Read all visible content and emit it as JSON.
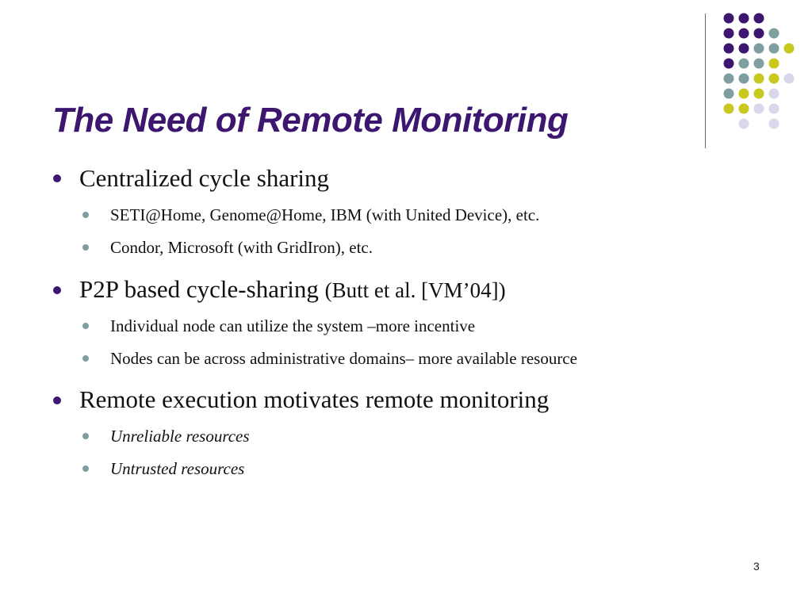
{
  "slide": {
    "title": "The Need of Remote Monitoring",
    "page_number": "3",
    "accent_colors": {
      "purple": "#3d1670",
      "teal": "#7f9ea0",
      "olive": "#c8c81e",
      "lavender": "#d9d7ea"
    },
    "bullets": [
      {
        "text": "Centralized cycle sharing",
        "children": [
          {
            "text": "SETI@Home, Genome@Home, IBM (with United Device), etc."
          },
          {
            "text": "Condor, Microsoft (with GridIron), etc."
          }
        ]
      },
      {
        "text": "P2P based cycle-sharing",
        "aside": "(Butt et al. [VM’04])",
        "children": [
          {
            "text": "Individual node can utilize the system –more incentive"
          },
          {
            "text": "Nodes can be across administrative domains– more available resource"
          }
        ]
      },
      {
        "text": "Remote execution motivates remote monitoring",
        "children": [
          {
            "text": "Unreliable resources"
          },
          {
            "text": "Untrusted resources"
          }
        ]
      }
    ]
  }
}
